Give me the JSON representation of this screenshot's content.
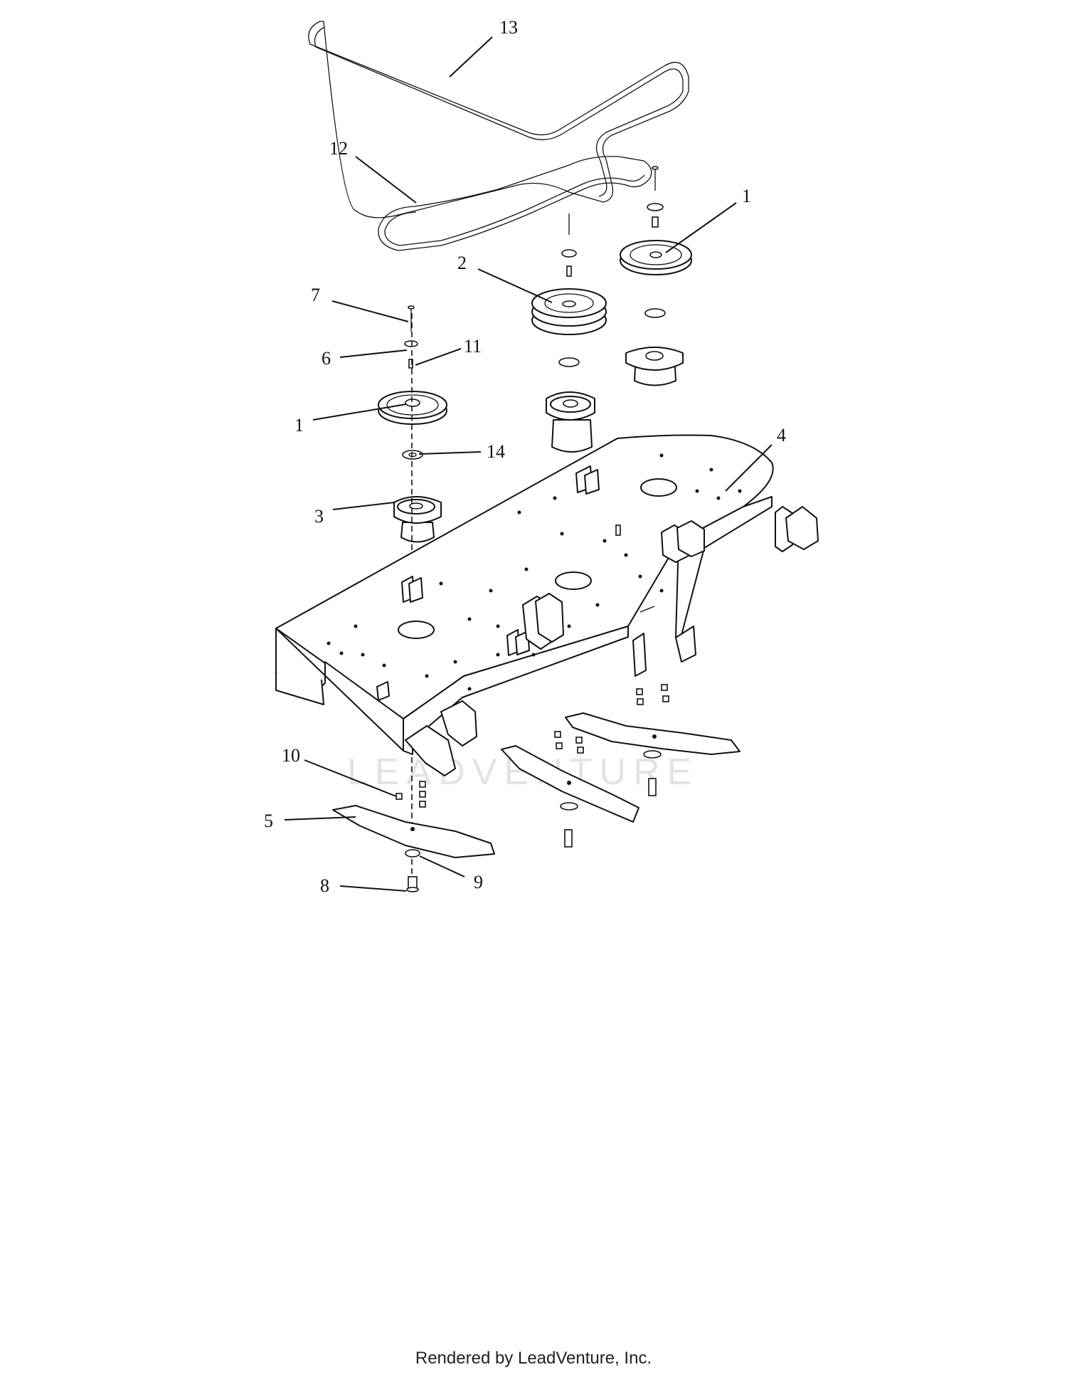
{
  "diagram": {
    "watermark": "LEADVENTURE",
    "callouts": [
      {
        "id": "13",
        "label": "13"
      },
      {
        "id": "12",
        "label": "12"
      },
      {
        "id": "1a",
        "label": "1"
      },
      {
        "id": "2",
        "label": "2"
      },
      {
        "id": "7",
        "label": "7"
      },
      {
        "id": "6",
        "label": "6"
      },
      {
        "id": "11",
        "label": "11"
      },
      {
        "id": "1b",
        "label": "1"
      },
      {
        "id": "14",
        "label": "14"
      },
      {
        "id": "4",
        "label": "4"
      },
      {
        "id": "3",
        "label": "3"
      },
      {
        "id": "10",
        "label": "10"
      },
      {
        "id": "5",
        "label": "5"
      },
      {
        "id": "9",
        "label": "9"
      },
      {
        "id": "8",
        "label": "8"
      }
    ]
  },
  "footer": {
    "text": "Rendered by LeadVenture, Inc."
  }
}
